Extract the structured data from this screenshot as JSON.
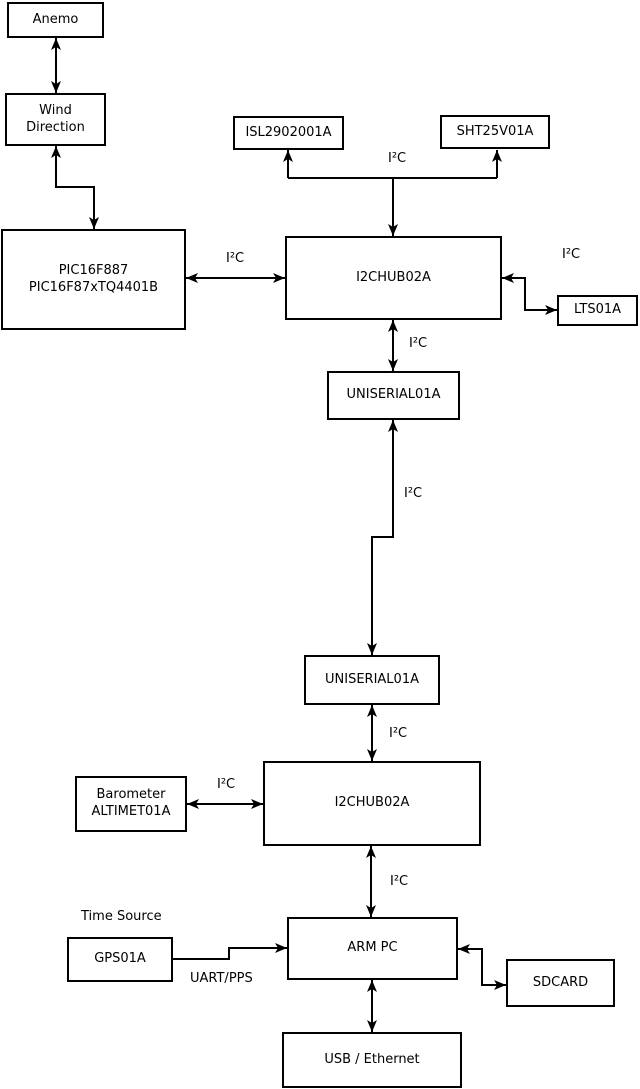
{
  "diagram": {
    "background_color": "#ffffff",
    "line_color": "#000000",
    "nodes": {
      "anemo": {
        "label": "Anemo"
      },
      "wind_direction": {
        "label": "Wind\nDirection"
      },
      "pic": {
        "label": "PIC16F887\nPIC16F87xTQ4401B"
      },
      "isl": {
        "label": "ISL2902001A"
      },
      "sht": {
        "label": "SHT25V01A"
      },
      "i2c_hub_top": {
        "label": "I2CHUB02A"
      },
      "lts": {
        "label": "LTS01A"
      },
      "uniserial_top": {
        "label": "UNISERIAL01A"
      },
      "uniserial_bottom": {
        "label": "UNISERIAL01A"
      },
      "i2c_hub_bottom": {
        "label": "I2CHUB02A"
      },
      "barometer": {
        "label": "Barometer\nALTIMET01A"
      },
      "gps": {
        "label": "GPS01A"
      },
      "arm_pc": {
        "label": "ARM PC"
      },
      "sdcard": {
        "label": "SDCARD"
      },
      "usb_ethernet": {
        "label": "USB / Ethernet"
      }
    },
    "edge_labels": {
      "i2c": "I²C",
      "uart_pps": "UART/PPS",
      "time_source": "Time Source"
    }
  }
}
